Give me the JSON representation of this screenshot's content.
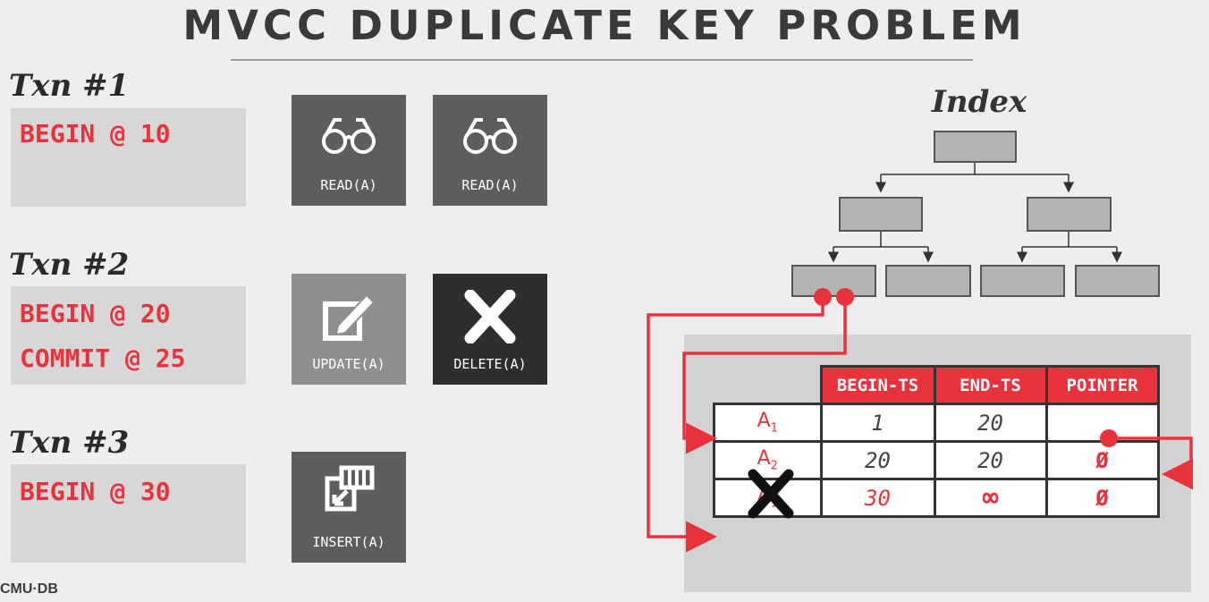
{
  "title": "MVCC DUPLICATE KEY PROBLEM",
  "transactions": [
    {
      "label": "Txn #1",
      "lines": [
        "BEGIN @ 10"
      ]
    },
    {
      "label": "Txn #2",
      "lines": [
        "BEGIN @ 20",
        "COMMIT @ 25"
      ]
    },
    {
      "label": "Txn #3",
      "lines": [
        "BEGIN @ 30"
      ]
    }
  ],
  "operations": [
    {
      "label": "READ(A)",
      "icon": "glasses-icon",
      "color": "#5d5d5d"
    },
    {
      "label": "READ(A)",
      "icon": "glasses-icon",
      "color": "#5d5d5d"
    },
    {
      "label": "UPDATE(A)",
      "icon": "edit-icon",
      "color": "#8f8f8f"
    },
    {
      "label": "DELETE(A)",
      "icon": "x-icon",
      "color": "#2e2e2e"
    },
    {
      "label": "INSERT(A)",
      "icon": "insert-icon",
      "color": "#5d5d5d"
    }
  ],
  "index": {
    "label": "Index"
  },
  "version_table": {
    "headers": [
      "BEGIN-TS",
      "END-TS",
      "POINTER"
    ],
    "rows": [
      {
        "key": "A",
        "sub": "1",
        "begin": "1",
        "end": "20",
        "pointer": ""
      },
      {
        "key": "A",
        "sub": "2",
        "begin": "20",
        "end": "20",
        "pointer": "Ø"
      },
      {
        "key": "A",
        "sub": "1",
        "begin": "30",
        "end": "∞",
        "pointer": "Ø"
      }
    ]
  },
  "colors": {
    "accent": "#e8333c",
    "dark": "#333333"
  },
  "logo": "CMU·DB"
}
